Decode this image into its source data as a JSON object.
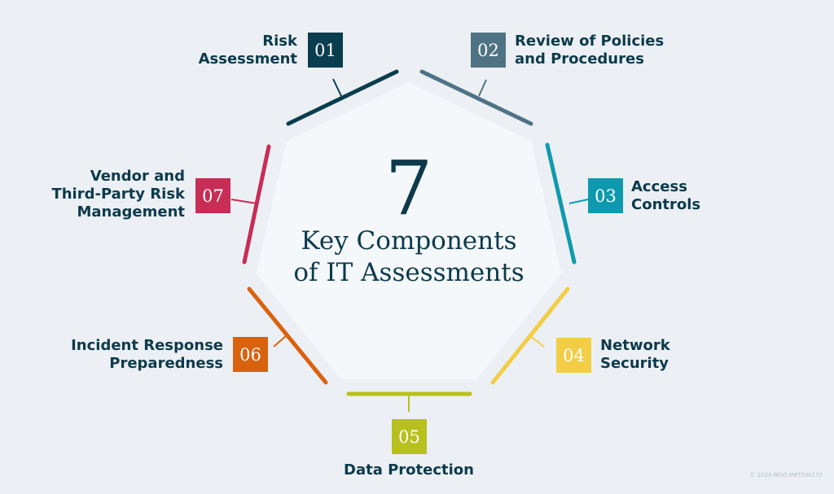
{
  "title": {
    "number": "7",
    "line1": "Key Components",
    "line2": "of IT Assessments"
  },
  "components": [
    {
      "num": "01",
      "label1": "Risk",
      "label2": "Assessment",
      "color": "#0a3d4e"
    },
    {
      "num": "02",
      "label1": "Review of Policies",
      "label2": "and Procedures",
      "color": "#4f7385"
    },
    {
      "num": "03",
      "label1": "Access",
      "label2": "Controls",
      "color": "#0e9aae"
    },
    {
      "num": "04",
      "label1": "Network",
      "label2": "Security",
      "color": "#f2cd45"
    },
    {
      "num": "05",
      "label1": "Data Protection",
      "label2": "",
      "color": "#b8c01e"
    },
    {
      "num": "06",
      "label1": "Incident Response",
      "label2": "Preparedness",
      "color": "#d9620f"
    },
    {
      "num": "07",
      "label1": "Vendor and",
      "label2": "Third-Party Risk",
      "label3": "Management",
      "color": "#c82d55"
    }
  ],
  "footer": {
    "copyright": "© 2024 MGO  MKT000170"
  }
}
